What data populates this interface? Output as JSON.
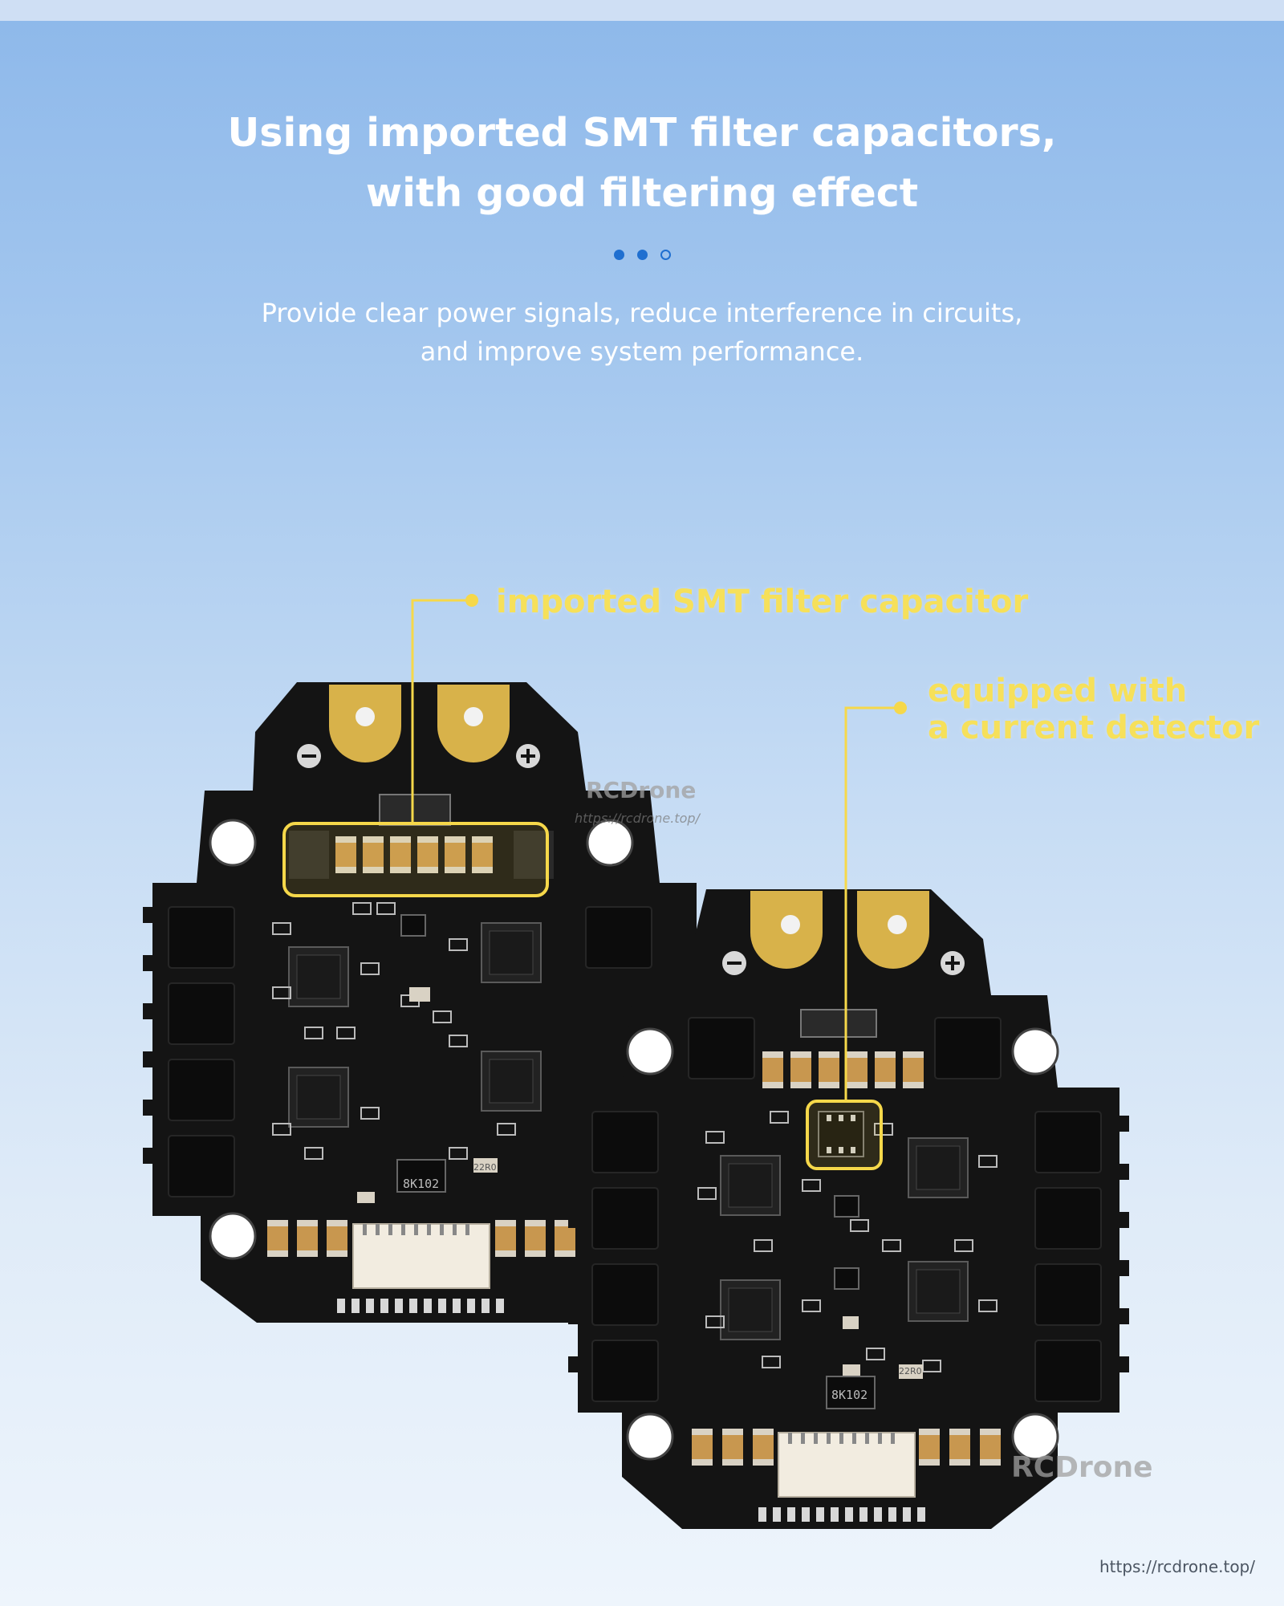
{
  "headline": {
    "line1": "Using imported SMT filter capacitors,",
    "line2": "with good filtering effect"
  },
  "carousel": {
    "total": 3,
    "active": 2
  },
  "subtitle": {
    "line1": "Provide clear power signals, reduce interference in circuits,",
    "line2": "and improve system performance."
  },
  "callouts": {
    "capacitor": "imported SMT filter capacitor",
    "detector_line1": "equipped with",
    "detector_line2": "a current detector"
  },
  "board_markings": {
    "chip_code": "8K102",
    "small_code": "22R0"
  },
  "watermark": {
    "brand": "RCDrone",
    "url": "https://rcdrone.top/"
  },
  "footer_url": "https://rcdrone.top/",
  "colors": {
    "callout_yellow": "#f6d84a",
    "pcb_black": "#141414",
    "gold_pad": "#d8b24a",
    "capacitor_tan": "#c8974f",
    "dot_blue": "#1f6fd0"
  }
}
